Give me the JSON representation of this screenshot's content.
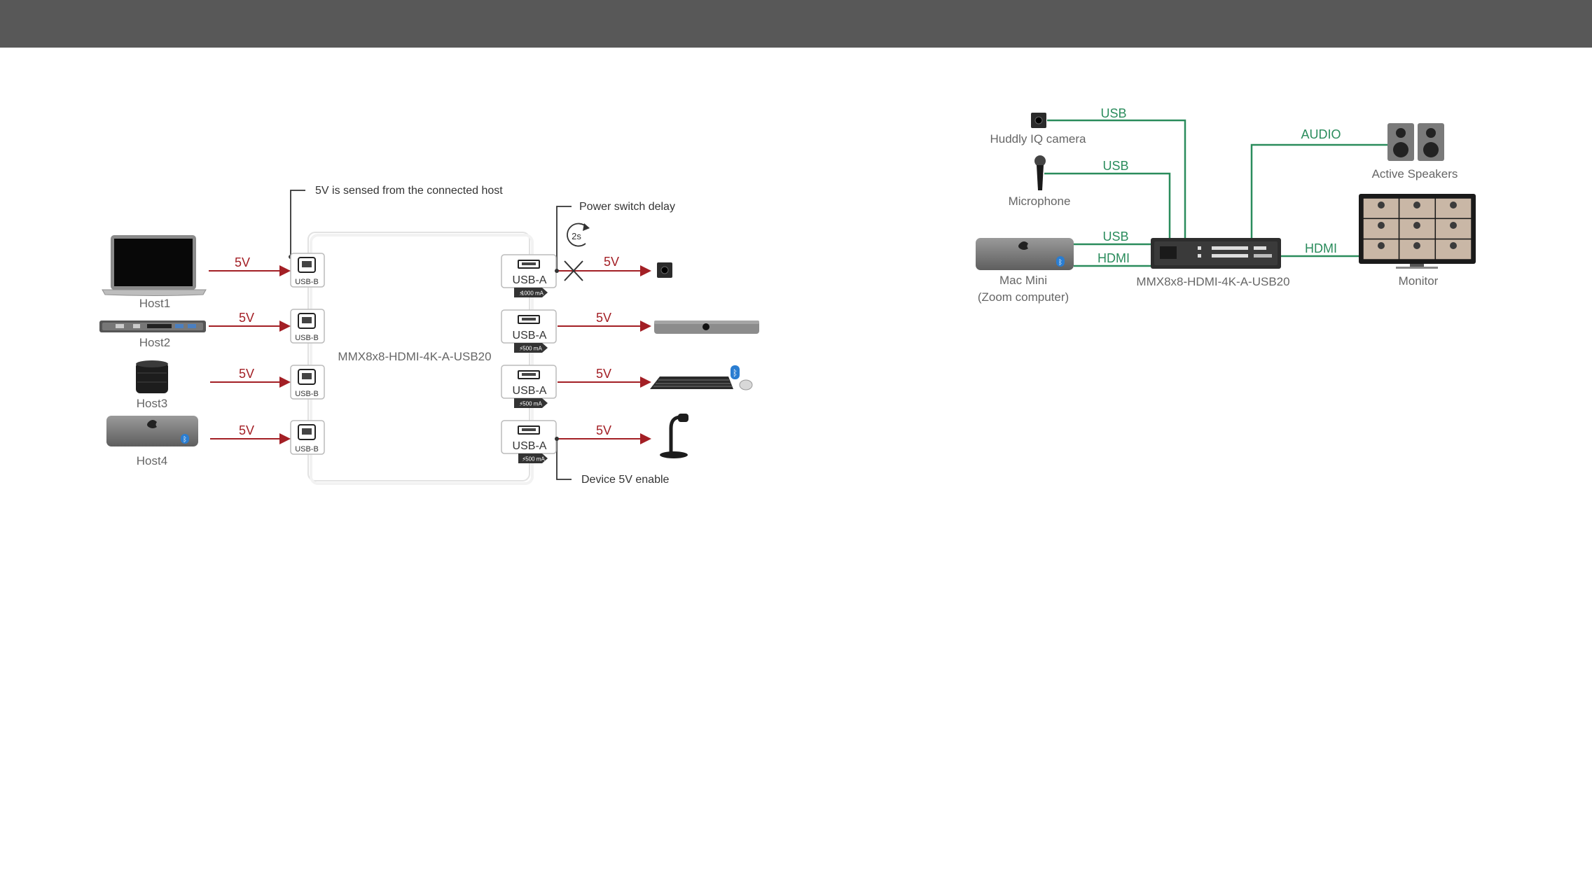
{
  "colors": {
    "header": "#585858",
    "power_line": "#a31f25",
    "signal_line": "#2a8c5c",
    "label": "#666666",
    "device": "#6b6b6b"
  },
  "left_diagram": {
    "matrix_label": "MMX8x8-HDMI-4K-A-USB20",
    "sense_note": "5V is sensed from the connected host",
    "delay_note": "Power switch delay",
    "delay_value": "2s",
    "enable_note": "Device 5V enable",
    "power_label": "5V",
    "hosts": [
      {
        "name": "Host1",
        "port": "USB-B"
      },
      {
        "name": "Host2",
        "port": "USB-B"
      },
      {
        "name": "Host3",
        "port": "USB-B"
      },
      {
        "name": "Host4",
        "port": "USB-B"
      }
    ],
    "outputs": [
      {
        "port": "USB-A",
        "current": "1000 mA"
      },
      {
        "port": "USB-A",
        "current": "500 mA"
      },
      {
        "port": "USB-A",
        "current": "500 mA"
      },
      {
        "port": "USB-A",
        "current": "500 mA"
      }
    ]
  },
  "right_diagram": {
    "camera": "Huddly IQ camera",
    "microphone": "Microphone",
    "computer_line1": "Mac Mini",
    "computer_line2": "(Zoom computer)",
    "matrix": "MMX8x8-HDMI-4K-A-USB20",
    "speakers": "Active Speakers",
    "monitor": "Monitor",
    "usb": "USB",
    "hdmi": "HDMI",
    "audio": "AUDIO"
  }
}
